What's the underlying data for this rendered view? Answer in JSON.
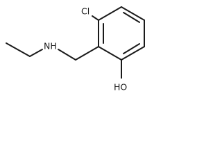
{
  "molecule": {
    "atoms": {
      "chlorine": "Cl",
      "amine": "NH",
      "hydroxyl": "HO"
    }
  }
}
